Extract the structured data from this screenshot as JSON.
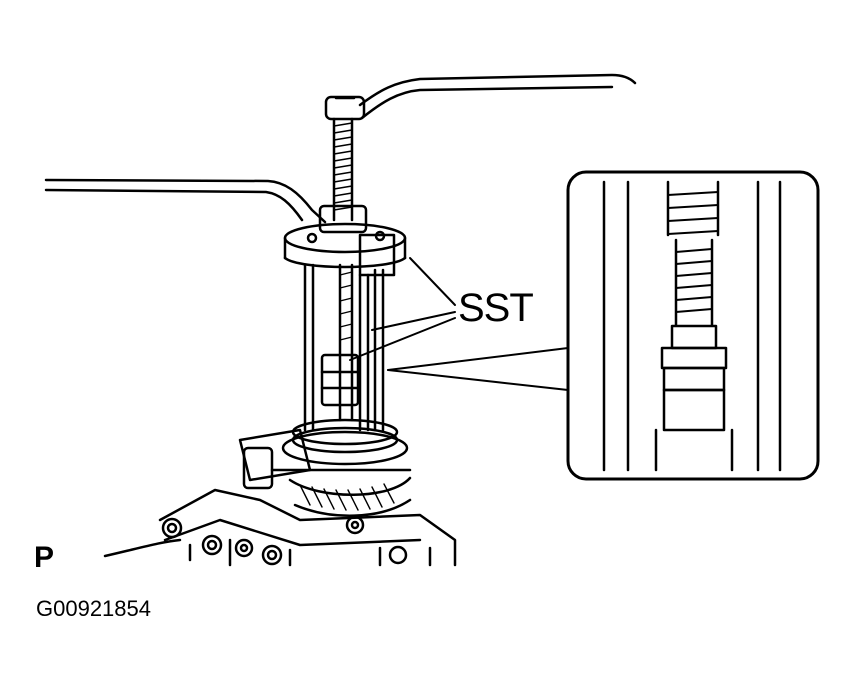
{
  "labels": {
    "sst": "SST",
    "view_marker": "P",
    "figure_code": "G00921854"
  },
  "colors": {
    "ink": "#000000",
    "paper": "#ffffff"
  }
}
